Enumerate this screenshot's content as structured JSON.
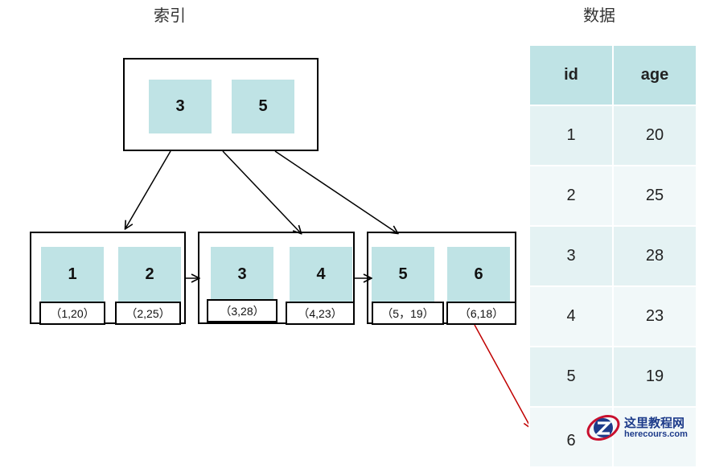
{
  "titles": {
    "index": "索引",
    "data": "数据"
  },
  "root": {
    "keys": [
      "3",
      "5"
    ]
  },
  "leaves": [
    {
      "keys": [
        "1",
        "2"
      ],
      "records": [
        "（1,20）",
        "（2,25）"
      ]
    },
    {
      "keys": [
        "3",
        "4"
      ],
      "records": [
        "（3,28）",
        "（4,23）"
      ]
    },
    {
      "keys": [
        "5",
        "6"
      ],
      "records": [
        "（5，19）",
        "（6,18）"
      ]
    }
  ],
  "table": {
    "headers": [
      "id",
      "age"
    ],
    "rows": [
      [
        "1",
        "20"
      ],
      [
        "2",
        "25"
      ],
      [
        "3",
        "28"
      ],
      [
        "4",
        "23"
      ],
      [
        "5",
        "19"
      ],
      [
        "6",
        ""
      ]
    ]
  },
  "colors": {
    "key_fill": "#bfe3e5",
    "pointer_arrow": "#c00000",
    "row_odd": "#e4f2f3",
    "row_even": "#f1f8f9"
  },
  "watermark": {
    "name": "这里教程网",
    "url": "herecours.com"
  }
}
